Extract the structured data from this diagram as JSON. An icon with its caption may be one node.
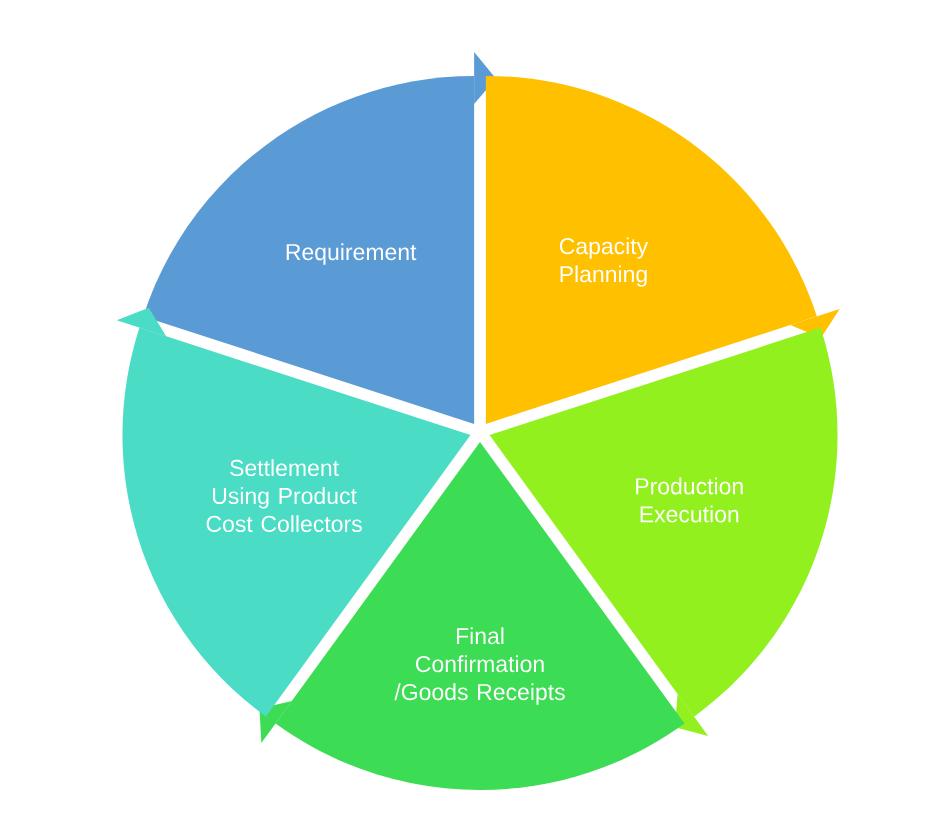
{
  "diagram": {
    "nodes": [
      {
        "text": [
          "Requirement"
        ]
      },
      {
        "text": [
          "Capacity Planning"
        ]
      },
      {
        "text": [
          "Production Execution"
        ]
      },
      {
        "text": [
          "Final Confirmation /Goods Receipts"
        ]
      },
      {
        "text": [
          "Settlement Using Product Cost Collectors"
        ]
      }
    ]
  }
}
